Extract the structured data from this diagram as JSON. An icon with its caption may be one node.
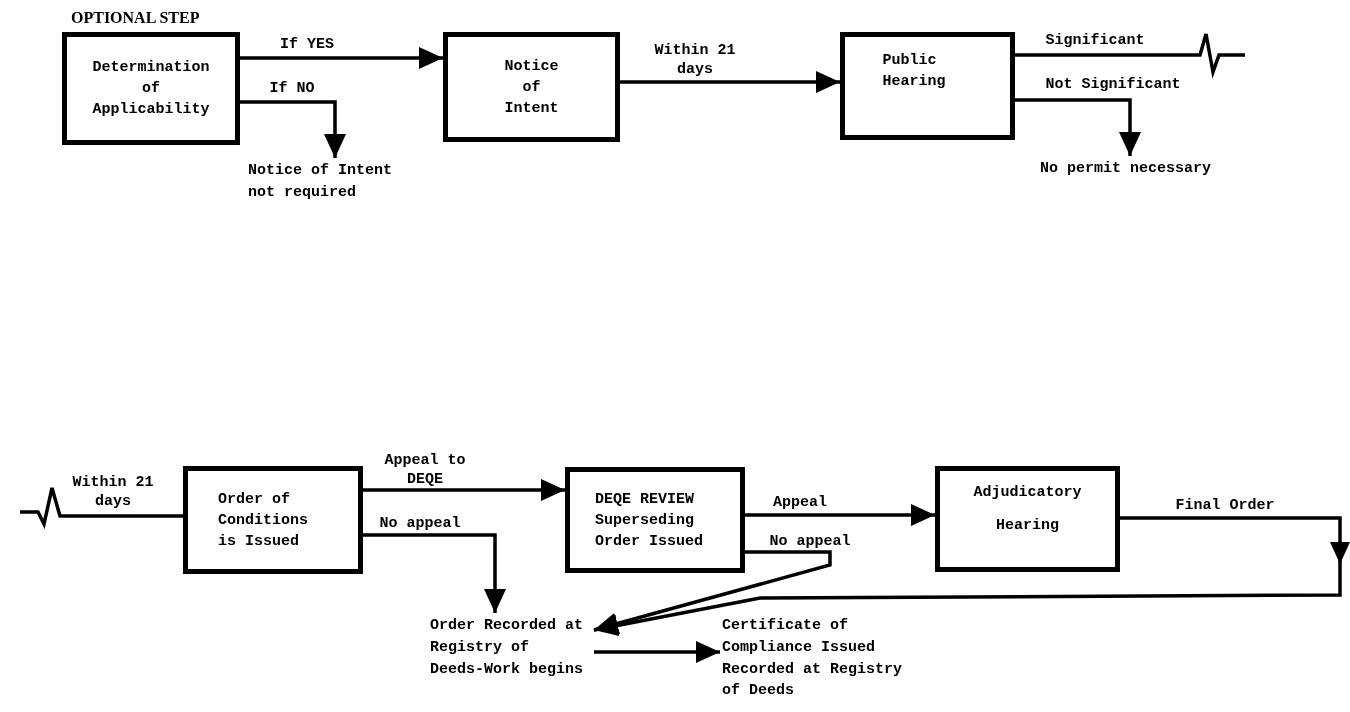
{
  "diagram": {
    "nodes": [
      {
        "text": [
          "OPTIONAL STEP",
          "Determination of Applicability"
        ]
      },
      {
        "text": [
          "Notice of Intent"
        ]
      },
      {
        "text": [
          "Notice of Intent not required"
        ]
      },
      {
        "text": [
          "Public Hearing"
        ]
      },
      {
        "text": [
          "No permit necessary"
        ]
      },
      {
        "text": [
          "Order of Conditions is Issued"
        ]
      },
      {
        "text": [
          "DEQE REVIEW Superseding Order Issued"
        ]
      },
      {
        "text": [
          "Adjudicatory Hearing"
        ]
      },
      {
        "text": [
          "Order Recorded at Registry of Deeds-Work begins"
        ]
      },
      {
        "text": [
          "Certificate of Compliance Issued Recorded at Registry of Deeds"
        ]
      }
    ],
    "edges": [
      {
        "from": 0,
        "to": 1,
        "arrow": "to",
        "label": "If YES"
      },
      {
        "from": 0,
        "to": 2,
        "arrow": "to",
        "label": "If NO"
      },
      {
        "from": 1,
        "to": 3,
        "arrow": "to",
        "label": "Within 21 days"
      },
      {
        "from": 3,
        "to": null,
        "arrow": "none",
        "label": "Significant"
      },
      {
        "from": 3,
        "to": 4,
        "arrow": "to",
        "label": "Not Significant"
      },
      {
        "from": null,
        "to": 5,
        "arrow": "none",
        "label": "Within 21 days"
      },
      {
        "from": 5,
        "to": 6,
        "arrow": "to",
        "label": "Appeal to DEQE"
      },
      {
        "from": 5,
        "to": 8,
        "arrow": "to",
        "label": "No appeal"
      },
      {
        "from": 6,
        "to": 7,
        "arrow": "to",
        "label": "Appeal"
      },
      {
        "from": 6,
        "to": 8,
        "arrow": "to",
        "label": "No appeal"
      },
      {
        "from": 7,
        "to": 8,
        "arrow": "to",
        "label": "Final Order"
      },
      {
        "from": 8,
        "to": 9,
        "arrow": "to"
      }
    ]
  }
}
